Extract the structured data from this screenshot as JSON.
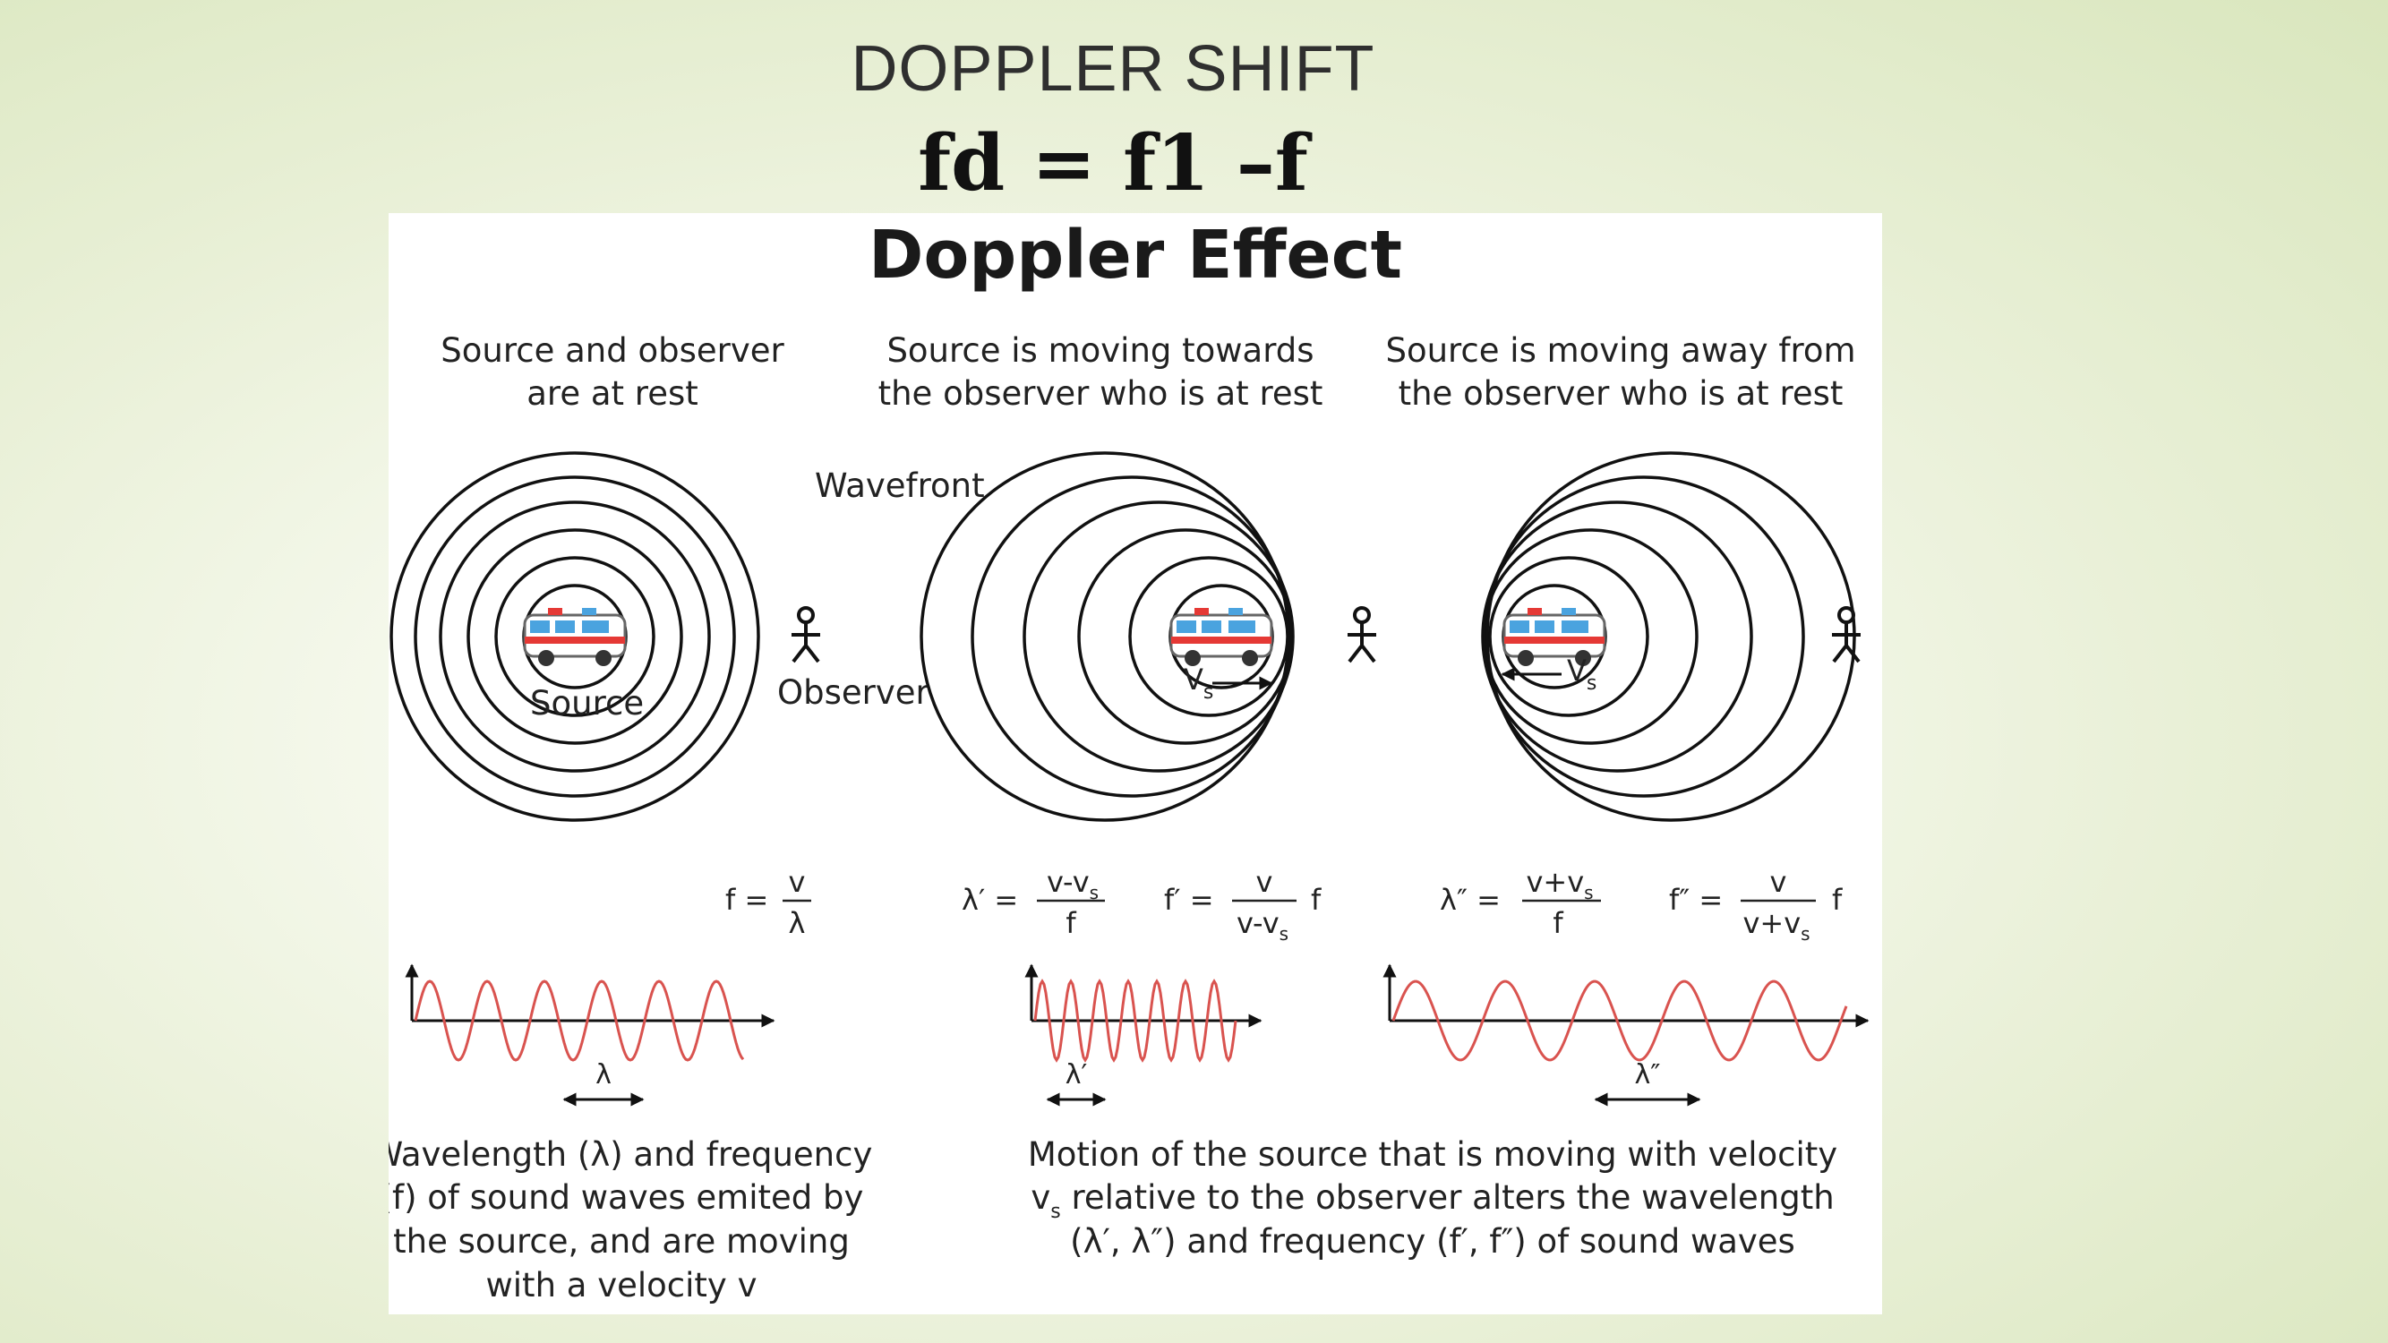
{
  "slide": {
    "title": "DOPPLER SHIFT",
    "formula": "fd = f1 –f"
  },
  "figure": {
    "title": "Doppler Effect",
    "panel_headers": [
      [
        "Source and observer",
        "are at rest"
      ],
      [
        "Source is moving towards",
        "the observer who is at rest"
      ],
      [
        "Source is moving away from",
        "the observer who is at rest"
      ]
    ],
    "labels": {
      "wavefront": "Wavefront",
      "observer": "Observer",
      "source": "Source",
      "vs": "V",
      "vs_sub": "s"
    },
    "formulas": {
      "rest": {
        "lhs": "f =",
        "num": "v",
        "den": "λ"
      },
      "towards_lambda": {
        "lhs": "λ′ =",
        "num": "v-v",
        "num_sub": "s",
        "den": "f"
      },
      "towards_freq": {
        "lhs": "f′ =",
        "num": "v",
        "den": "v-v",
        "den_sub": "s",
        "tail": "f"
      },
      "away_lambda": {
        "lhs": "λ″ =",
        "num": "v+v",
        "num_sub": "s",
        "den": "f"
      },
      "away_freq": {
        "lhs": "f″ =",
        "num": "v",
        "den": "v+v",
        "den_sub": "s",
        "tail": "f"
      }
    },
    "wavelength_labels": [
      "λ",
      "λ′",
      "λ″"
    ],
    "captions": {
      "left": [
        "Wavelength (λ) and frequency",
        "(f) of sound waves emited by",
        "the source, and are moving",
        "with a velocity v"
      ],
      "right_line1": "Motion of the source that is moving with velocity",
      "right_line2_v": "v",
      "right_line2_sub": "s",
      "right_line2_rest": " relative to the observer alters the wavelength",
      "right_line3": "(λ′, λ″) and frequency (f′, f″) of sound waves"
    },
    "colors": {
      "wave": "#d9534f",
      "ambulance_stripe": "#e53935",
      "ambulance_window": "#4aa3df"
    }
  }
}
